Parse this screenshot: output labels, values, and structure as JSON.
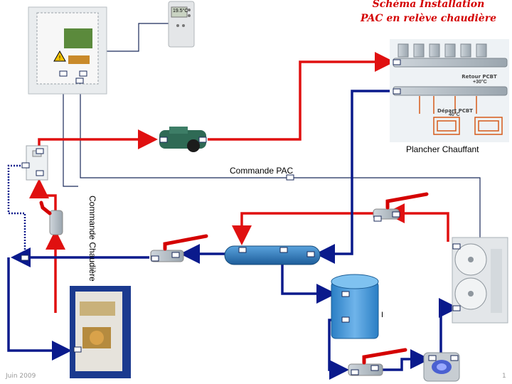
{
  "title": {
    "line1": "Schéma Installation",
    "line2": "PAC en relève chaudière"
  },
  "labels": {
    "floor_heating": "Plancher Chauffant",
    "pac_command": "Commande PAC",
    "boiler_command": "Commande Chaudière",
    "manifold_return": "Retour PCBT",
    "manifold_return_temp": "+30°C",
    "manifold_flow": "Départ PCBT",
    "manifold_flow_temp": "40°C",
    "thermostat_display": "19.5°C",
    "tank_mark": "I"
  },
  "footer": {
    "date": "Juin 2009",
    "page": "1"
  },
  "colors": {
    "hot": "#e01010",
    "cold": "#0a1a8c",
    "signal": "#1a2a5a",
    "title": "#d40000"
  }
}
